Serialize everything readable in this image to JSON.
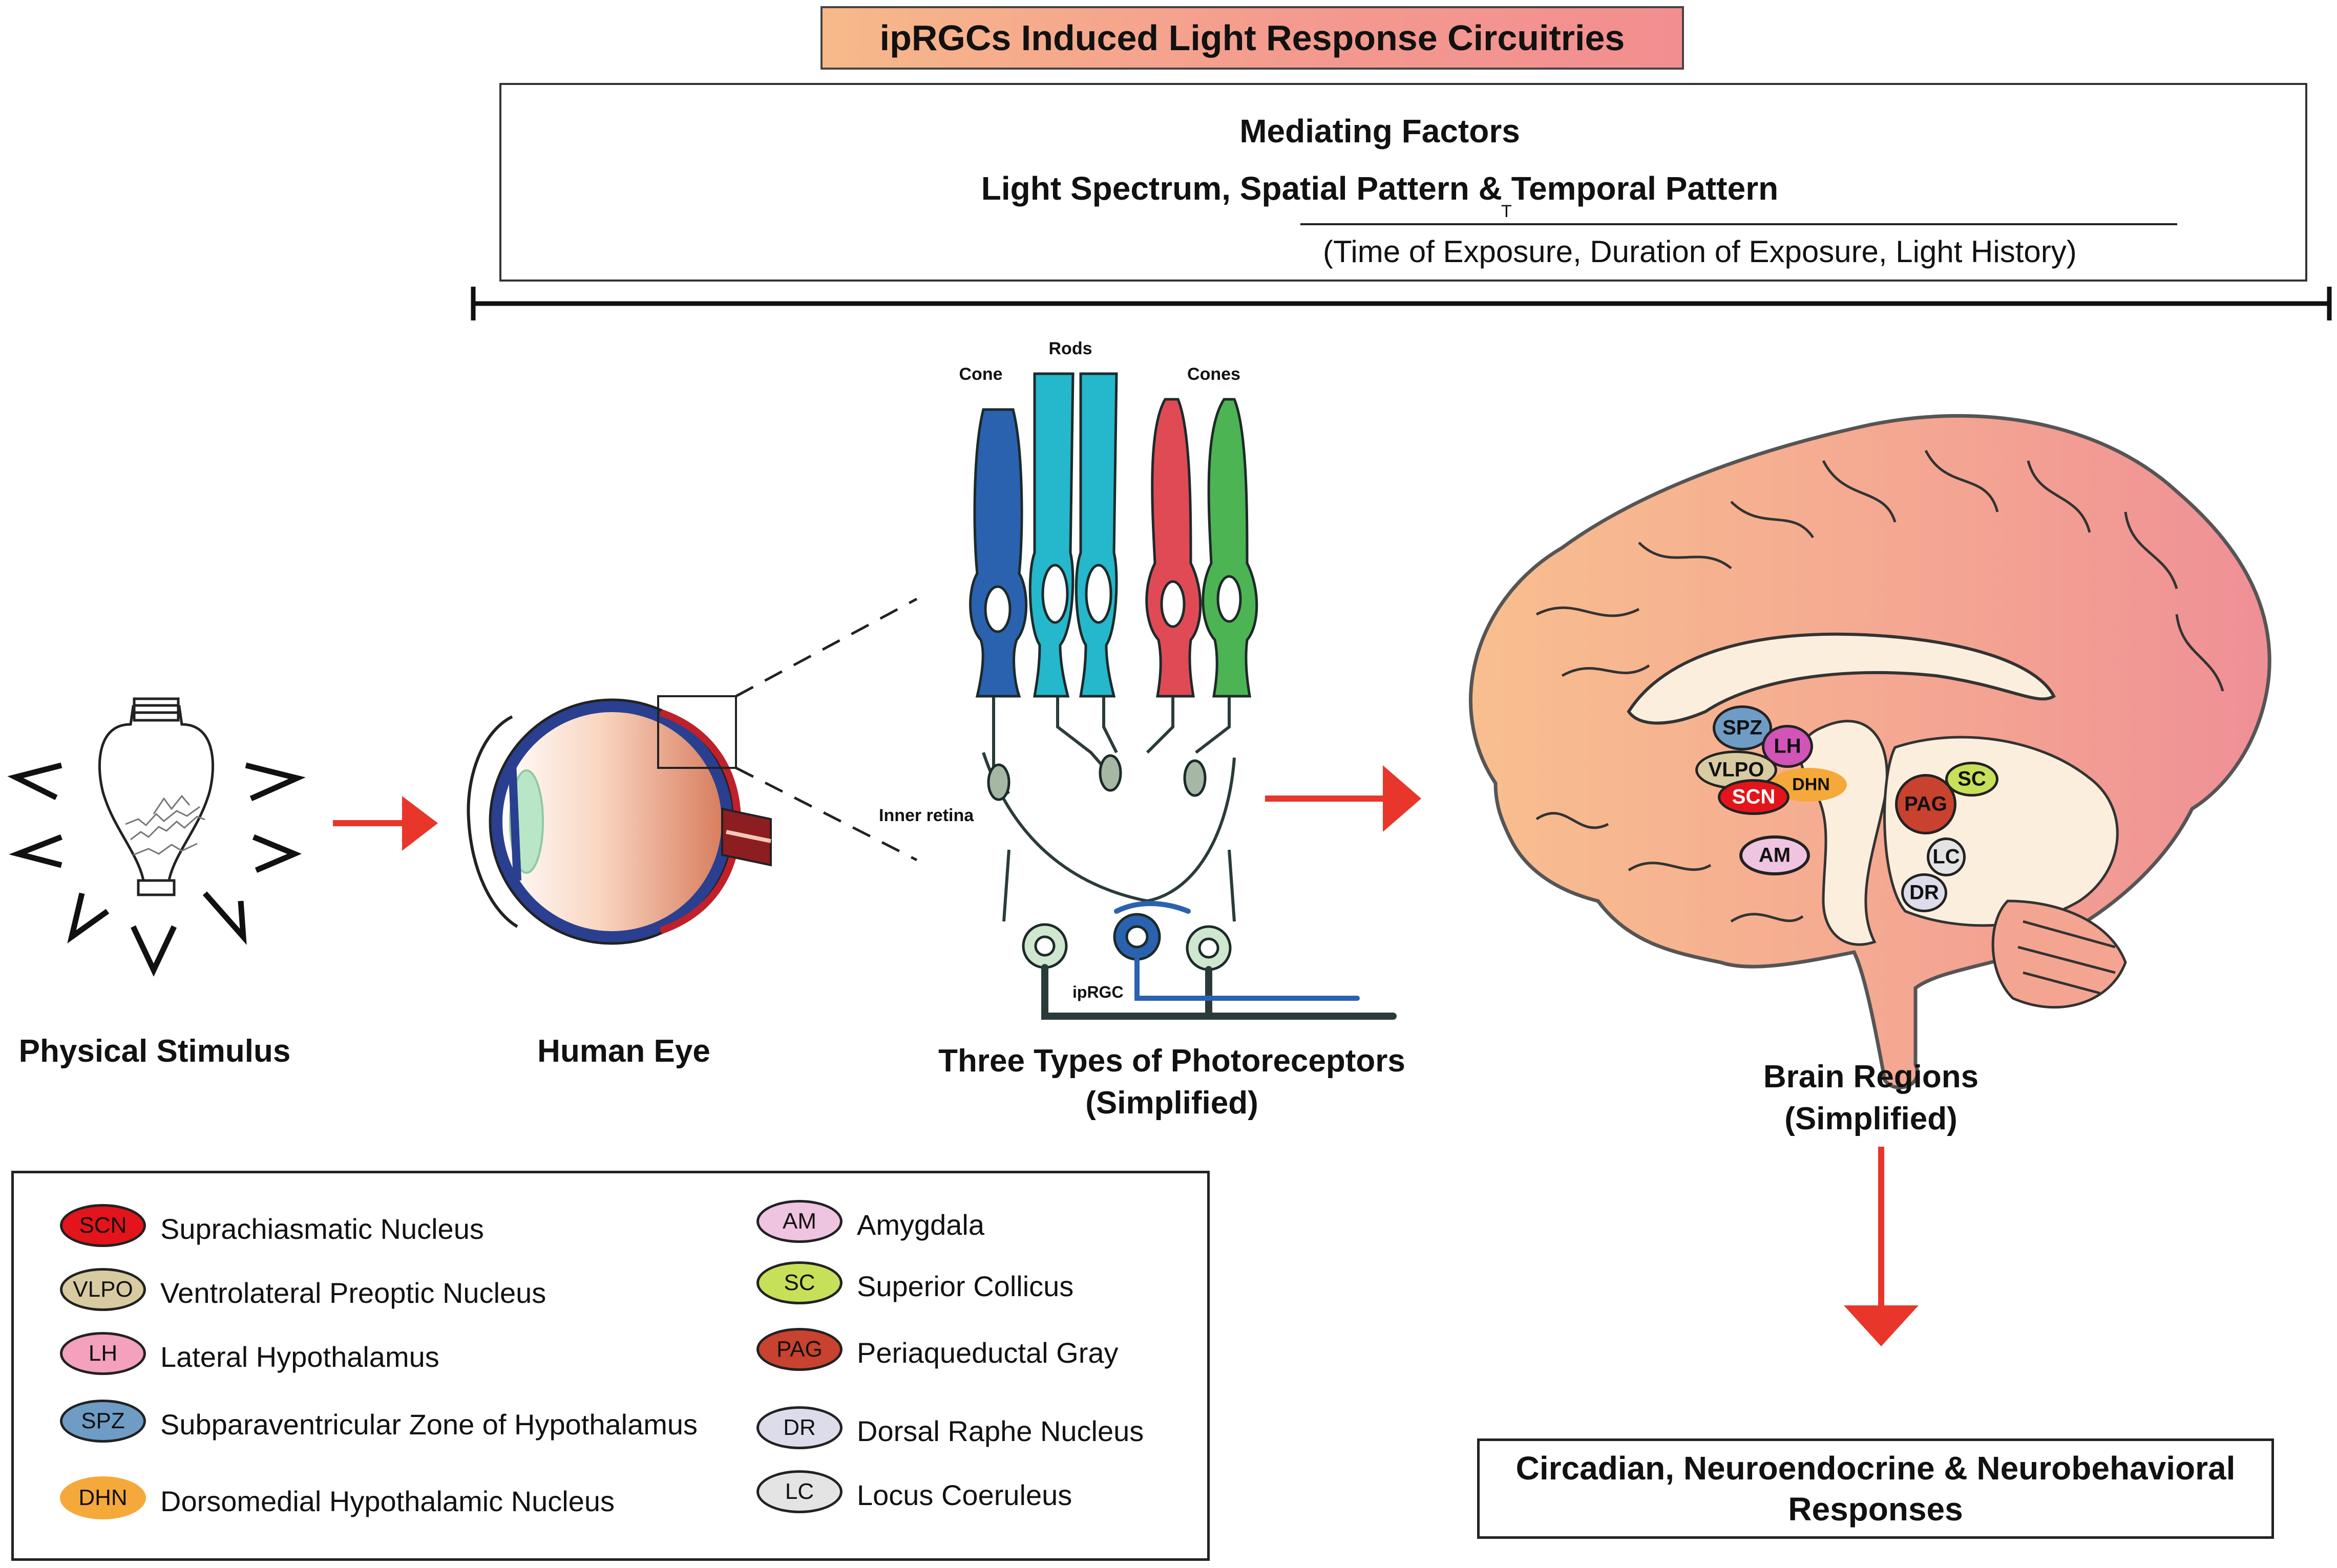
{
  "title": "ipRGCs Induced Light Response Circuitries",
  "mediating": {
    "heading": "Mediating Factors",
    "factors": "Light Spectrum, Spatial Pattern & Temporal Pattern",
    "temporal_marker": "T",
    "temporal_details": "(Time of Exposure, Duration of Exposure, Light History)"
  },
  "stages": {
    "physical_stimulus": "Physical Stimulus",
    "human_eye": "Human Eye",
    "photoreceptors_line1": "Three Types of Photoreceptors",
    "photoreceptors_line2": "(Simplified)",
    "brain_line1": "Brain Regions",
    "brain_line2": "(Simplified)"
  },
  "retina": {
    "cone_label": "Cone",
    "rods_label": "Rods",
    "cones_label": "Cones",
    "inner_retina_label": "Inner retina",
    "iprgc_label": "ipRGC"
  },
  "brain_nuclei": {
    "spz": "SPZ",
    "lh": "LH",
    "vlpo": "VLPO",
    "dhn": "DHN",
    "scn": "SCN",
    "sc": "SC",
    "pag": "PAG",
    "am": "AM",
    "lc": "LC",
    "dr": "DR"
  },
  "legend": {
    "left": [
      {
        "abbr": "SCN",
        "name": "Suprachiasmatic Nucleus",
        "color": "#e3141b"
      },
      {
        "abbr": "VLPO",
        "name": "Ventrolateral Preoptic Nucleus",
        "color": "#d8cba1"
      },
      {
        "abbr": "LH",
        "name": "Lateral Hypothalamus",
        "color": "#f3a1bd"
      },
      {
        "abbr": "SPZ",
        "name": "Subparaventricular Zone of Hypothalamus",
        "color": "#6e9cc4"
      },
      {
        "abbr": "DHN",
        "name": "Dorsomedial Hypothalamic Nucleus",
        "color": "#f5a93b"
      }
    ],
    "right": [
      {
        "abbr": "AM",
        "name": "Amygdala",
        "color": "#efc4e0"
      },
      {
        "abbr": "SC",
        "name": "Superior Collicus",
        "color": "#c7e05a"
      },
      {
        "abbr": "PAG",
        "name": "Periaqueductal Gray",
        "color": "#c8422f"
      },
      {
        "abbr": "DR",
        "name": "Dorsal Raphe Nucleus",
        "color": "#dcdcea"
      },
      {
        "abbr": "LC",
        "name": "Locus Coeruleus",
        "color": "#e4e4e4"
      }
    ]
  },
  "responses": {
    "line1": "Circadian, Neuroendocrine & Neurobehavioral",
    "line2": "Responses"
  },
  "colors": {
    "arrow_red": "#e8362a",
    "cone_blue": "#2a62b0",
    "rod_cyan": "#25b7cc",
    "cone_red": "#e04a55",
    "cone_green": "#4db454",
    "brain_peach": "#f6b690",
    "brain_pink": "#f2989a",
    "brainstem_cream": "#fbeedd"
  }
}
